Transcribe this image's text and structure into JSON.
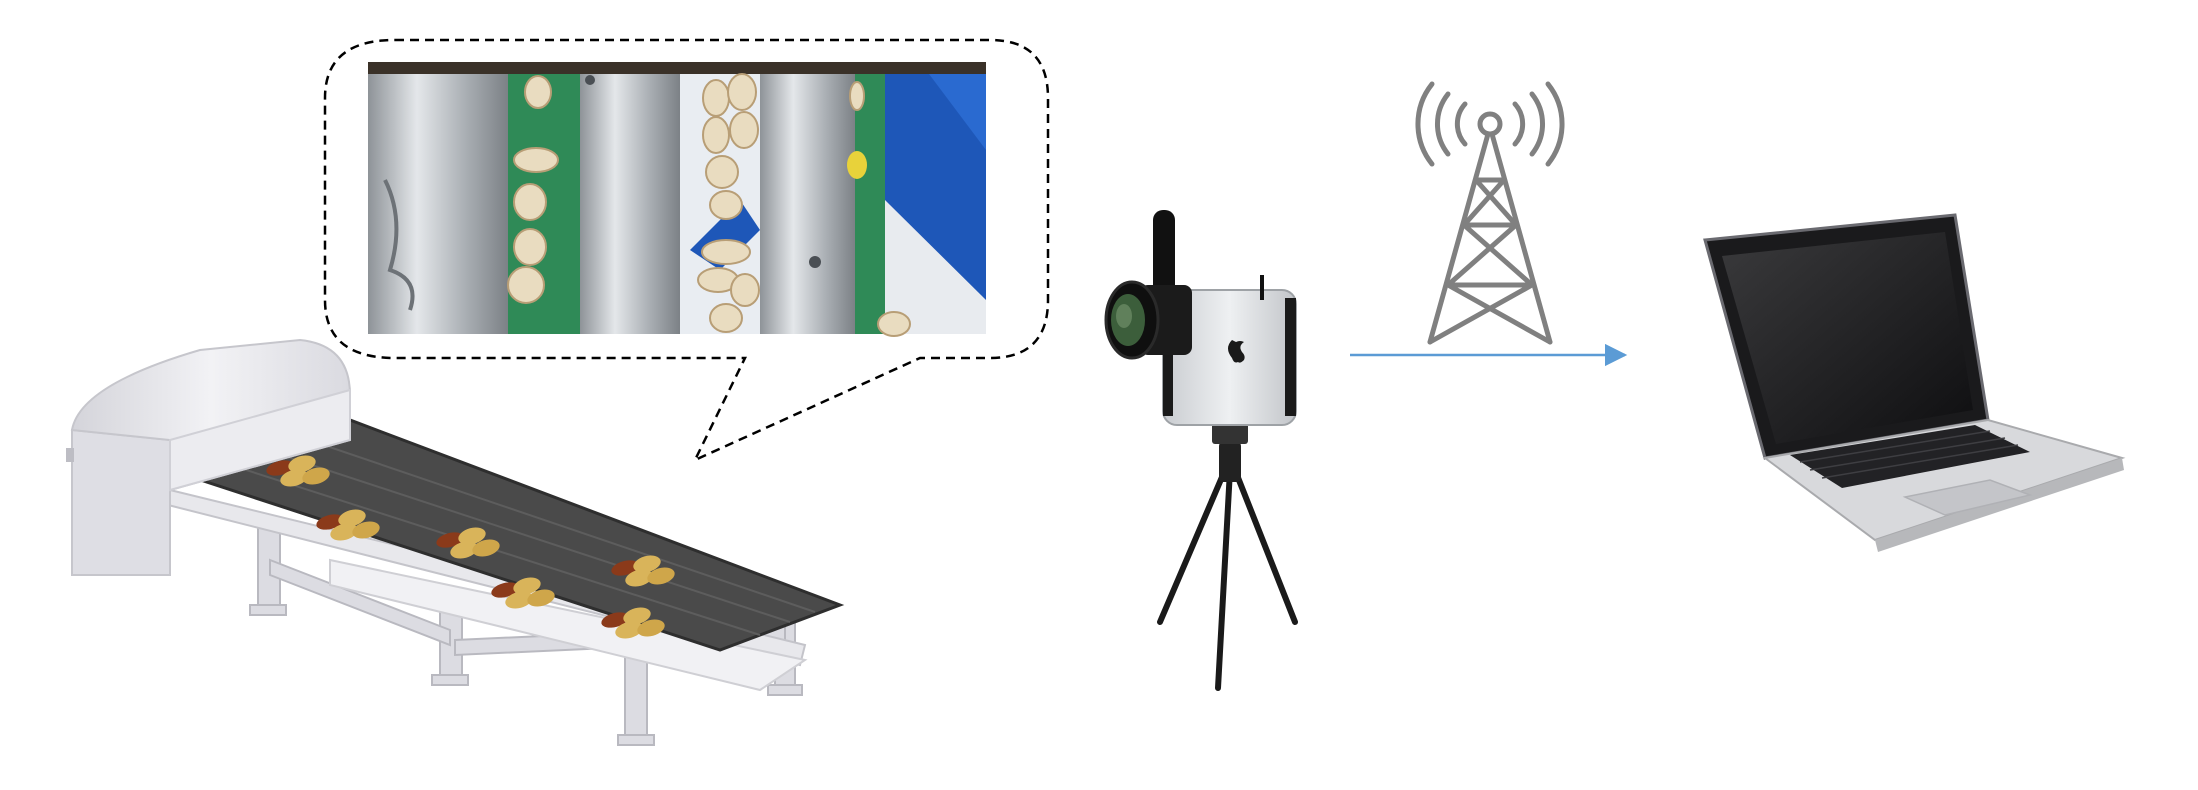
{
  "diagram": {
    "components": [
      {
        "id": "conveyor",
        "icon": "conveyor-belt-icon",
        "carries": "pistachios"
      },
      {
        "id": "callout",
        "content": "photo-of-pistachios-on-rollers",
        "border": "dashed"
      },
      {
        "id": "camera",
        "icon": "smartphone-camera-on-tripod-icon"
      },
      {
        "id": "tower",
        "icon": "wireless-tower-icon"
      },
      {
        "id": "laptop",
        "icon": "laptop-icon"
      }
    ],
    "connections": [
      {
        "from": "camera",
        "to": "laptop",
        "style": "arrow",
        "medium": "wireless"
      }
    ],
    "colors": {
      "arrow": "#5b9bd5",
      "tower": "#808080",
      "belt": "#4a4a4a",
      "frame": "#e6e6ea",
      "nut_shell": "#d9b45a",
      "nut_dark": "#8b3a1a",
      "roller_green": "#2f8a57",
      "roller_silver": "#b8bcc0",
      "blue_panel": "#1e57b8"
    }
  }
}
